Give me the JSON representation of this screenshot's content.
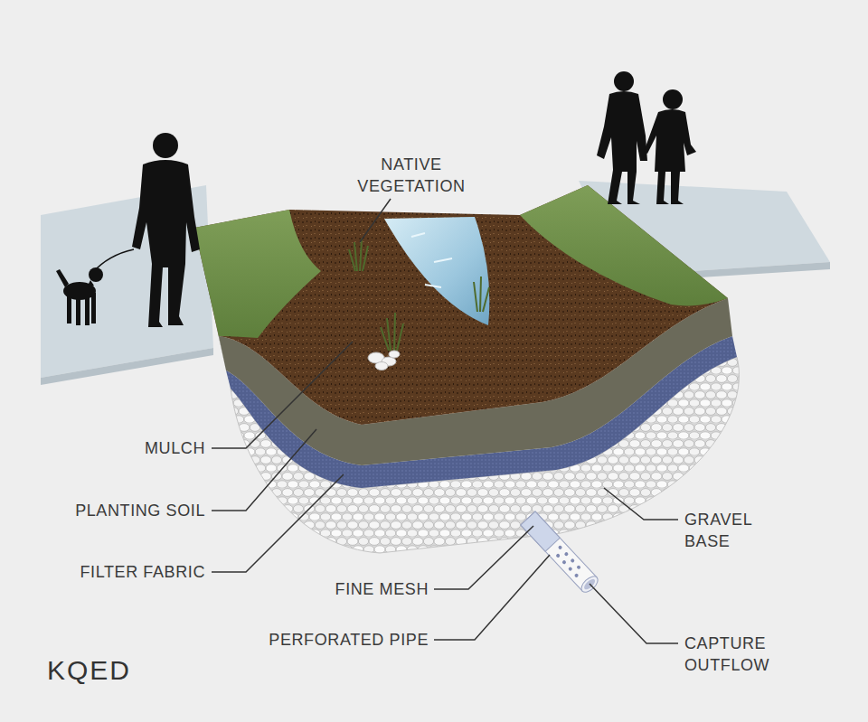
{
  "diagram": {
    "labels": [
      "NATIVE VEGETATION",
      "MULCH",
      "PLANTING SOIL",
      "GRAVEL BASE",
      "FILTER FABRIC",
      "FINE MESH",
      "PERFORATED PIPE",
      "CAPTURE OUTFLOW",
      "KQED"
    ]
  }
}
